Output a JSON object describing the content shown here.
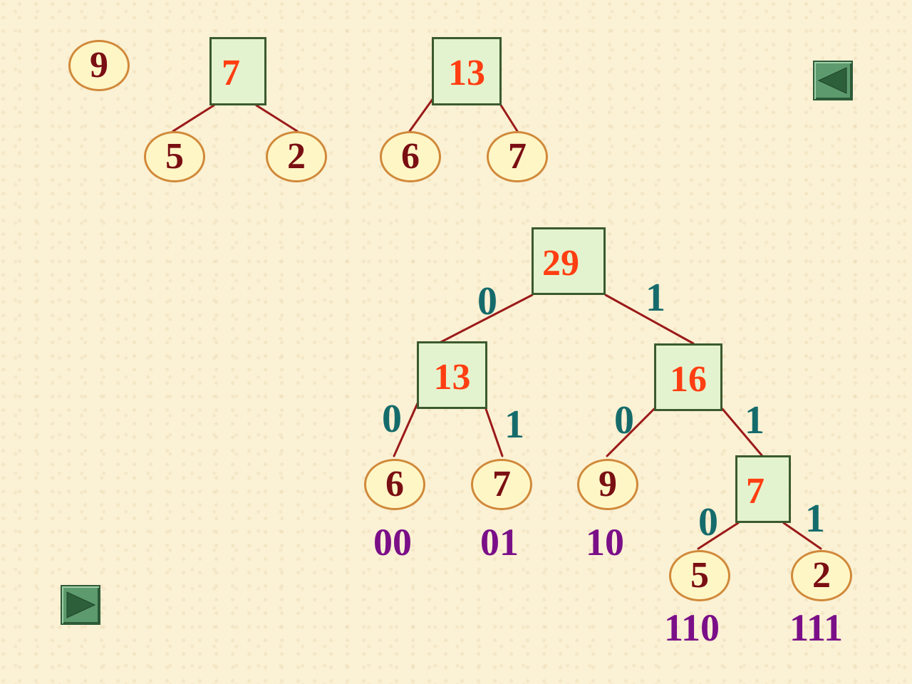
{
  "forest": {
    "lone_leaf": "9",
    "tree_a": {
      "root": "7",
      "left": "5",
      "right": "2"
    },
    "tree_b": {
      "root": "13",
      "left": "6",
      "right": "7"
    }
  },
  "huffman_tree": {
    "root": {
      "weight": "29",
      "left_bit": "0",
      "right_bit": "1"
    },
    "node_13": {
      "weight": "13",
      "left_bit": "0",
      "right_bit": "1"
    },
    "node_16": {
      "weight": "16",
      "left_bit": "0",
      "right_bit": "1"
    },
    "node_7": {
      "weight": "7",
      "left_bit": "0",
      "right_bit": "1"
    },
    "leaves": [
      {
        "weight": "6",
        "code": "00"
      },
      {
        "weight": "7",
        "code": "01"
      },
      {
        "weight": "9",
        "code": "10"
      },
      {
        "weight": "5",
        "code": "110"
      },
      {
        "weight": "2",
        "code": "111"
      }
    ]
  },
  "nav": {
    "back_icon": "triangle-left-icon",
    "forward_icon": "triangle-right-icon"
  },
  "colors": {
    "background": "#fbf1d4",
    "leaf_fill": "#fff6c6",
    "leaf_border": "#d0893a",
    "leaf_text": "#7a0f13",
    "internal_fill": "#e4f3cf",
    "internal_border": "#3b5a2e",
    "internal_text": "#ff3e12",
    "edge": "#9b1a1a",
    "bit_label": "#156b6b",
    "code_label": "#7a0f88",
    "nav_button": "#5d9a6d"
  }
}
